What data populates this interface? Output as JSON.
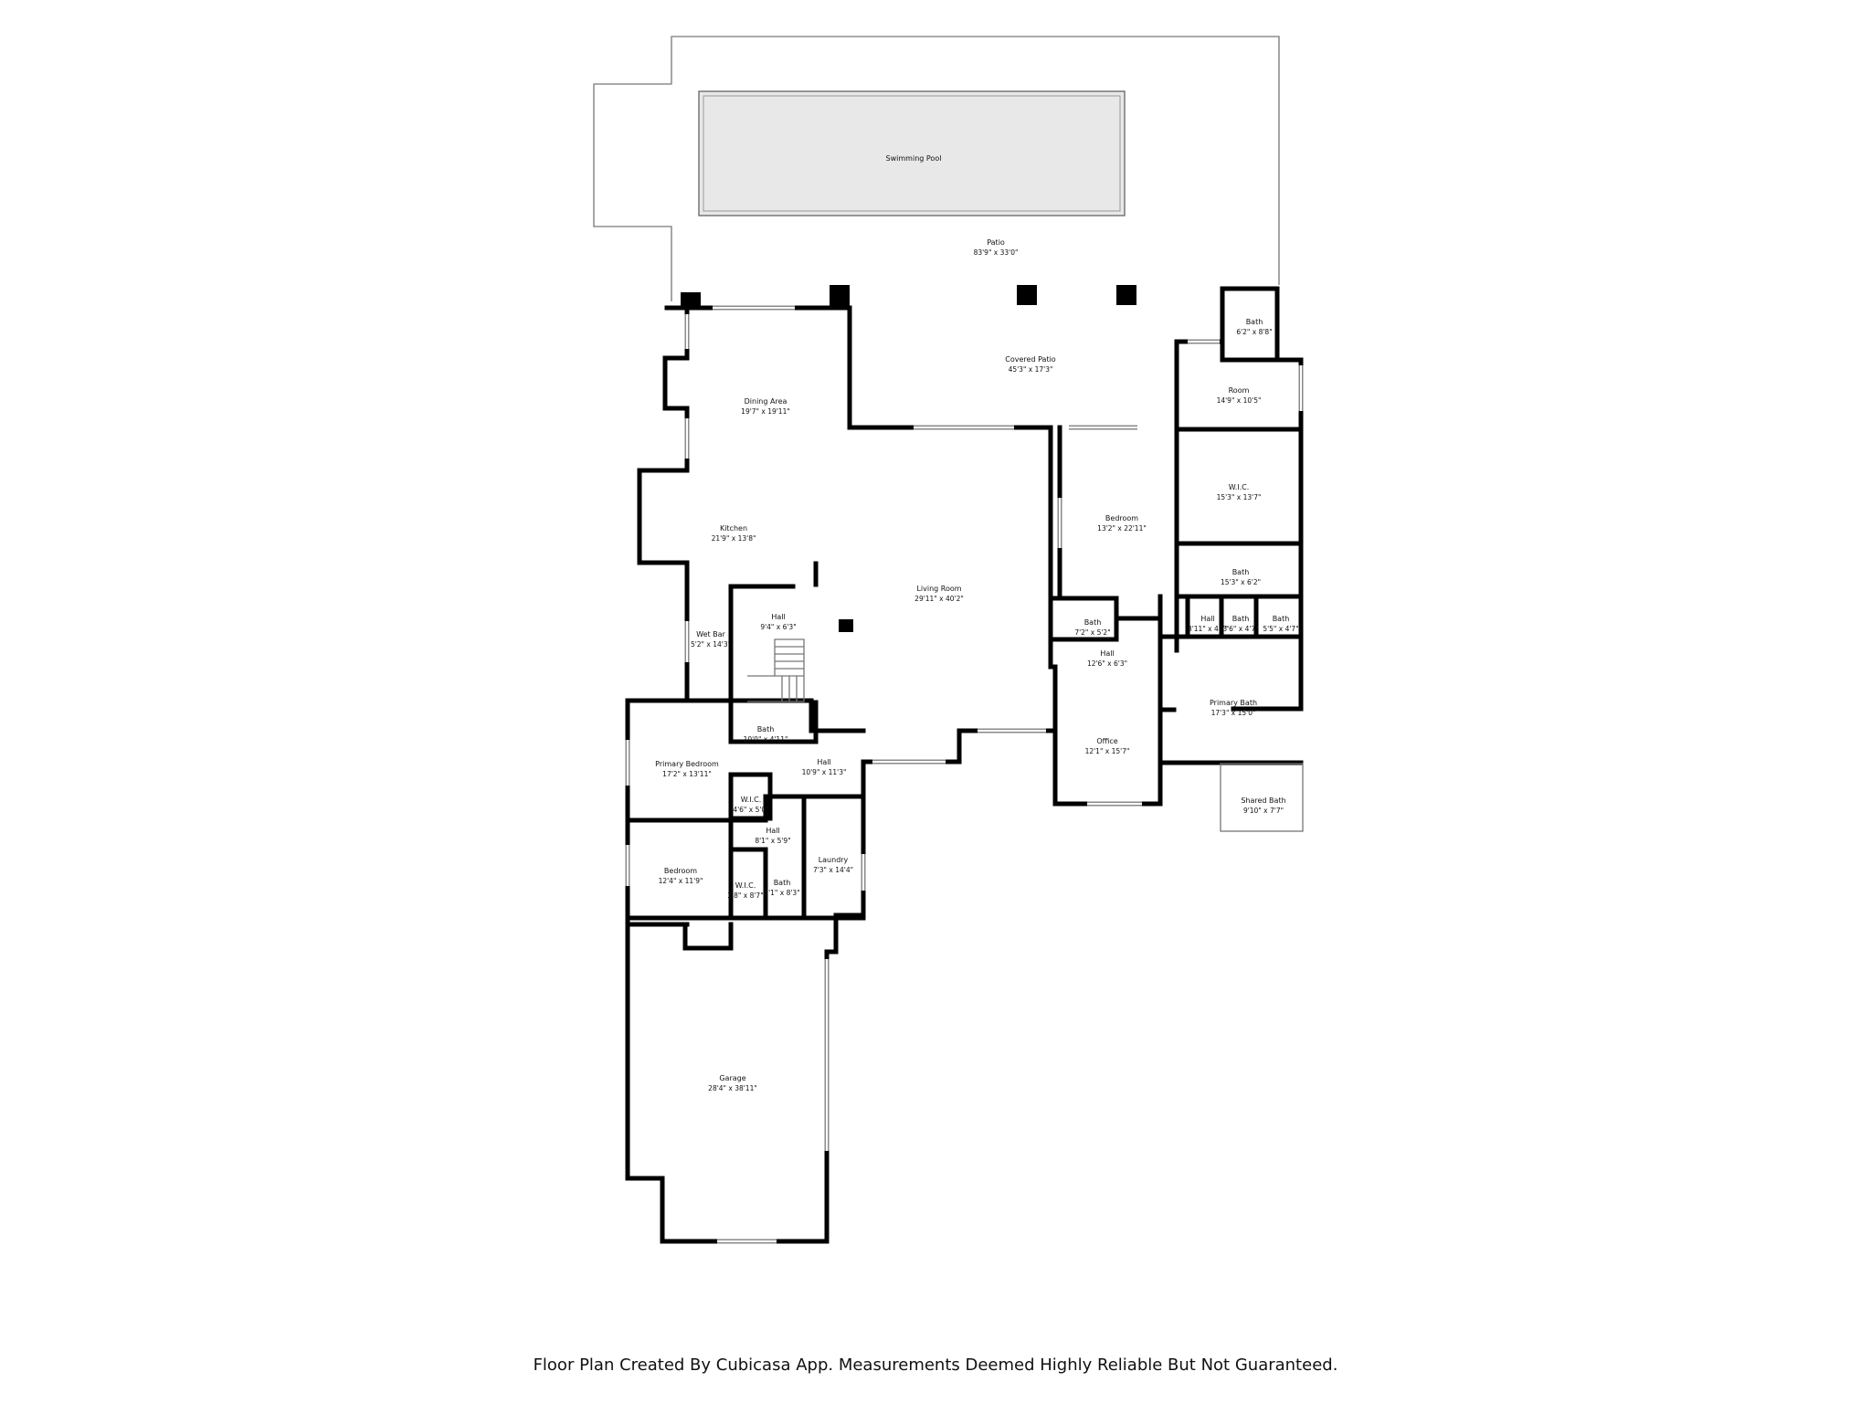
{
  "footer": "Floor Plan Created By Cubicasa App. Measurements Deemed Highly Reliable But Not Guaranteed.",
  "rooms": [
    {
      "id": "swimming-pool",
      "name": "Swimming Pool",
      "dims": ""
    },
    {
      "id": "patio",
      "name": "Patio",
      "dims": "83'9\" x 33'0\""
    },
    {
      "id": "covered-patio",
      "name": "Covered Patio",
      "dims": "45'3\" x 17'3\""
    },
    {
      "id": "bath-top",
      "name": "Bath",
      "dims": "6'2\" x 8'8\""
    },
    {
      "id": "room",
      "name": "Room",
      "dims": "14'9\" x 10'5\""
    },
    {
      "id": "dining-area",
      "name": "Dining Area",
      "dims": "19'7\" x 19'11\""
    },
    {
      "id": "wic-right",
      "name": "W.I.C.",
      "dims": "15'3\" x 13'7\""
    },
    {
      "id": "bedroom-center",
      "name": "Bedroom",
      "dims": "13'2\" x 22'11\""
    },
    {
      "id": "kitchen",
      "name": "Kitchen",
      "dims": "21'9\" x 13'8\""
    },
    {
      "id": "bath-right",
      "name": "Bath",
      "dims": "15'3\" x 6'2\""
    },
    {
      "id": "living-room",
      "name": "Living Room",
      "dims": "29'11\" x 40'2\""
    },
    {
      "id": "hall-stairs",
      "name": "Hall",
      "dims": "9'4\" x 6'3\""
    },
    {
      "id": "wet-bar",
      "name": "Wet Bar",
      "dims": "5'2\" x 14'3\""
    },
    {
      "id": "bath-small",
      "name": "Bath",
      "dims": "7'2\" x 5'2\""
    },
    {
      "id": "hall-tiny",
      "name": "Hall",
      "dims": "3'11\" x 4'7\""
    },
    {
      "id": "bath-tiny-1",
      "name": "Bath",
      "dims": "3'6\" x 4'7\""
    },
    {
      "id": "bath-tiny-2",
      "name": "Bath",
      "dims": "5'5\" x 4'7\""
    },
    {
      "id": "hall-mid",
      "name": "Hall",
      "dims": "12'6\" x 6'3\""
    },
    {
      "id": "primary-bath",
      "name": "Primary Bath",
      "dims": "17'3\" x 15'0\""
    },
    {
      "id": "bath-under-stairs",
      "name": "Bath",
      "dims": "10'0\" x 4'11\""
    },
    {
      "id": "office",
      "name": "Office",
      "dims": "12'1\" x 15'7\""
    },
    {
      "id": "primary-bedroom",
      "name": "Primary Bedroom",
      "dims": "17'2\" x 13'11\""
    },
    {
      "id": "hall-left",
      "name": "Hall",
      "dims": "10'9\" x 11'3\""
    },
    {
      "id": "shared-bath",
      "name": "Shared Bath",
      "dims": "9'10\" x 7'7\""
    },
    {
      "id": "wic-small",
      "name": "W.I.C.",
      "dims": "4'6\" x 5'0\""
    },
    {
      "id": "hall-small",
      "name": "Hall",
      "dims": "8'1\" x 5'9\""
    },
    {
      "id": "laundry",
      "name": "Laundry",
      "dims": "7'3\" x 14'4\""
    },
    {
      "id": "bedroom-left",
      "name": "Bedroom",
      "dims": "12'4\" x 11'9\""
    },
    {
      "id": "wic-tiny",
      "name": "W.I.C.",
      "dims": "2'8\" x 8'7\""
    },
    {
      "id": "bath-lower",
      "name": "Bath",
      "dims": "5'1\" x 8'3\""
    },
    {
      "id": "garage",
      "name": "Garage",
      "dims": "28'4\" x 38'11\""
    }
  ]
}
